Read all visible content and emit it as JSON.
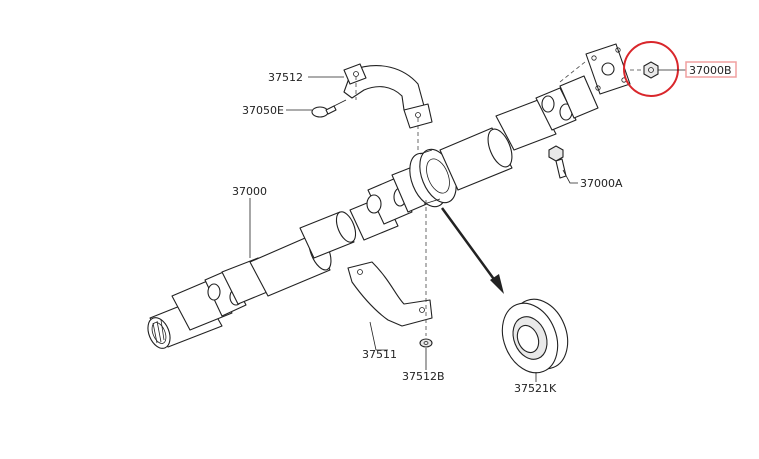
{
  "labels": {
    "p37512": "37512",
    "p37050E": "37050E",
    "p37000": "37000",
    "p37000B": "37000B",
    "p37000A": "37000A",
    "p37511": "37511",
    "p37512B": "37512B",
    "p37521K": "37521K"
  },
  "highlight": {
    "circle_color": "#d9262b",
    "label_box_color": "#f0a0a0"
  }
}
